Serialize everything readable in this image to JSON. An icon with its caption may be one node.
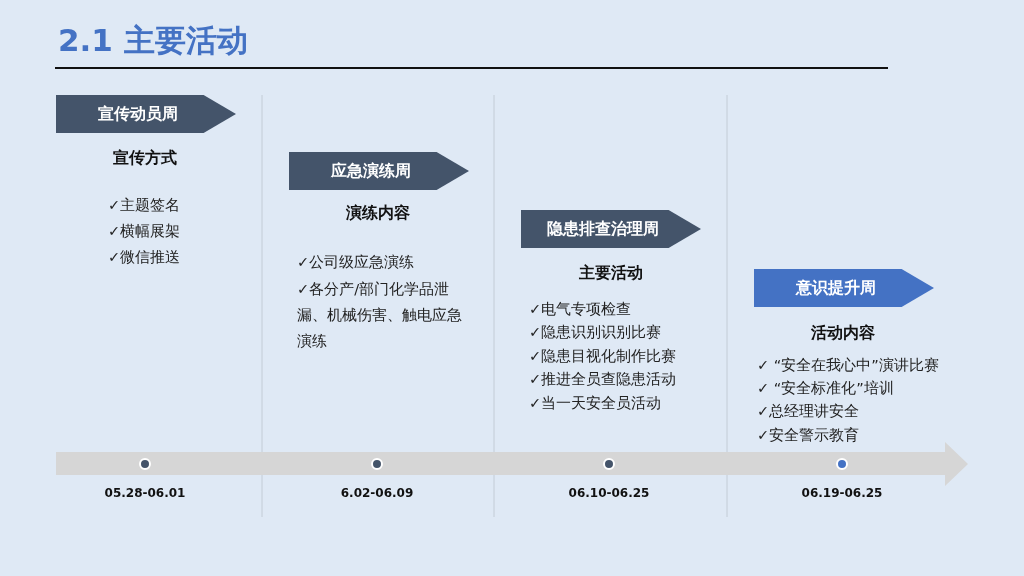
{
  "diagram": {
    "title": "2.1 主要活动",
    "nodes": [
      {
        "text": [
          "宣传动员周"
        ]
      },
      {
        "text": [
          "应急演练周"
        ]
      },
      {
        "text": [
          "隐患排查治理周"
        ]
      },
      {
        "text": [
          "意识提升周"
        ]
      }
    ],
    "edges": [],
    "labels": [
      "宣传方式",
      "✓主题签名",
      "✓横幅展架",
      "✓微信推送",
      "演练内容",
      "✓公司级应急演练",
      "✓各分产/部门化学品泄漏、机械伤害、触电应急演练",
      "主要活动",
      "✓电气专项检查",
      "✓隐患识别识别比赛",
      "✓隐患目视化制作比赛",
      "✓推进全员查隐患活动",
      "✓当一天安全员活动",
      "活动内容",
      "✓ “安全在我心中”演讲比赛",
      "✓ “安全标准化”培训",
      "✓总经理讲安全",
      "✓安全警示教育",
      "05.28-06.01",
      "6.02-06.09",
      "06.10-06.25",
      "06.19-06.25"
    ]
  }
}
